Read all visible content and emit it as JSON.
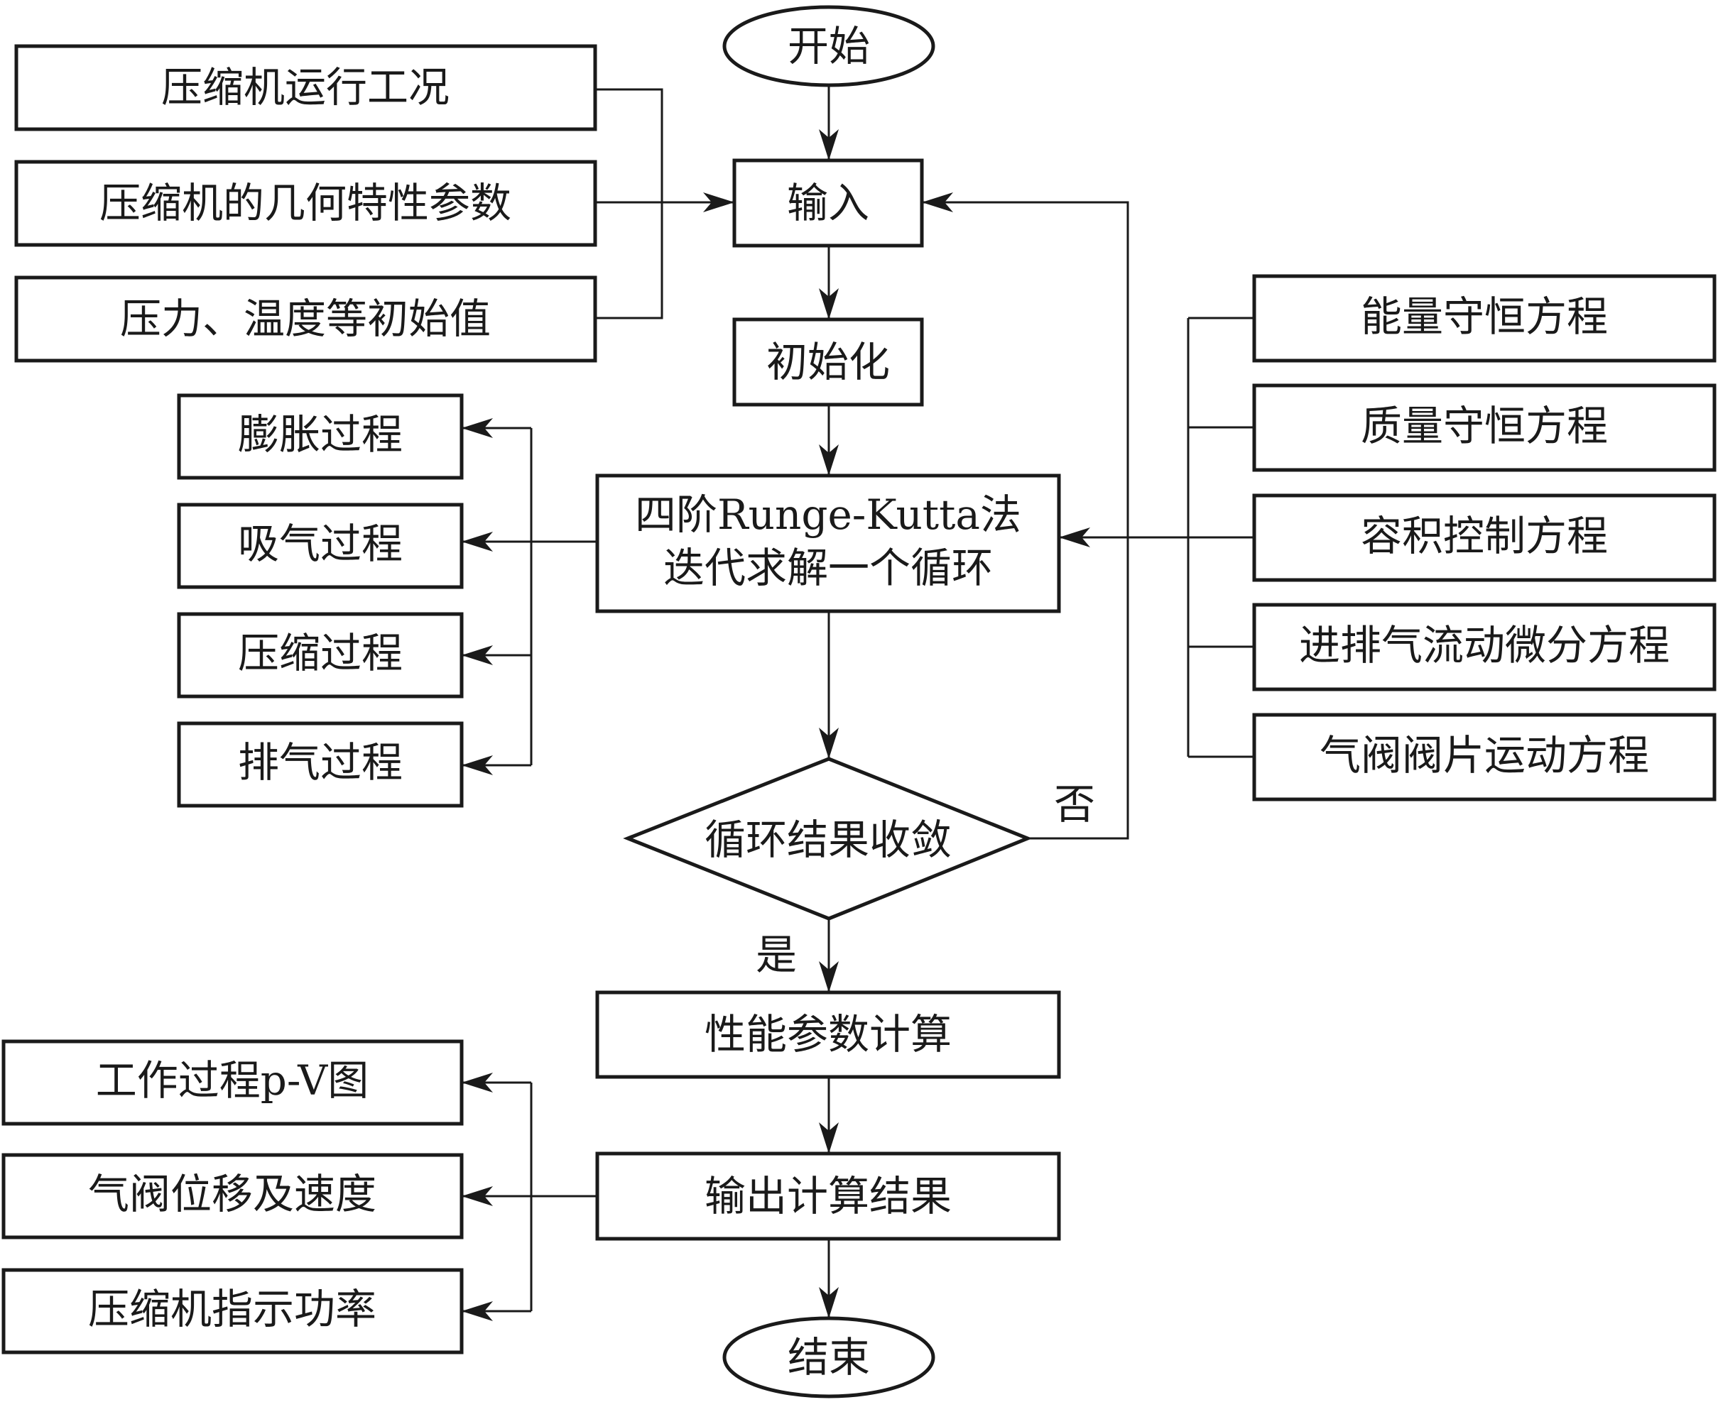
{
  "flowchart": {
    "start": "开始",
    "end": "结束",
    "input": "输入",
    "init": "初始化",
    "solver_line1": "四阶Runge-Kutta法",
    "solver_line2": "迭代求解一个循环",
    "decision": "循环结果收敛",
    "decision_no": "否",
    "decision_yes": "是",
    "performance": "性能参数计算",
    "output": "输出计算结果"
  },
  "input_sources": [
    "压缩机运行工况",
    "压缩机的几何特性参数",
    "压力、温度等初始值"
  ],
  "processes": [
    "膨胀过程",
    "吸气过程",
    "压缩过程",
    "排气过程"
  ],
  "equations": [
    "能量守恒方程",
    "质量守恒方程",
    "容积控制方程",
    "进排气流动微分方程",
    "气阀阀片运动方程"
  ],
  "outputs": [
    "工作过程p-V图",
    "气阀位移及速度",
    "压缩机指示功率"
  ],
  "colors": {
    "stroke": "#1a1a1a",
    "background": "#ffffff"
  }
}
